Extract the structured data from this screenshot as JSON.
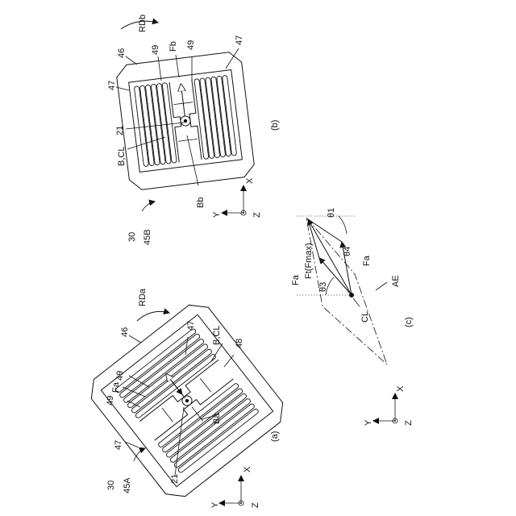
{
  "figure_a": {
    "caption": "(a)",
    "label_30": "30",
    "label_45": "45A",
    "label_46": "46",
    "label_47_left": "47",
    "label_47_right": "47",
    "label_48": "48",
    "label_49_top": "49",
    "label_49_bottom": "49",
    "label_force": "Fa",
    "label_field": "Ba",
    "label_center": "B,CL",
    "label_21": "21",
    "label_rotation": "RDa"
  },
  "figure_b": {
    "caption": "(b)",
    "label_30": "30",
    "label_45": "45B",
    "label_46": "46",
    "label_47_left": "47",
    "label_47_right": "47",
    "label_49_left": "49",
    "label_49_right": "49",
    "label_force": "Fb",
    "label_field": "Bb",
    "label_center": "B,CL",
    "label_21": "21",
    "label_rotation": "RDb"
  },
  "figure_c": {
    "caption": "(c)",
    "label_theta1": "θ1",
    "label_theta3": "θ3",
    "label_theta4": "θ4",
    "label_ft": "Ft(Fmax)",
    "label_fa_left": "Fa",
    "label_fa_right": "Fa",
    "label_ae": "AE",
    "label_cl": "CL"
  },
  "axes": {
    "x_label": "X",
    "y_label": "Y",
    "z_label": "Z"
  }
}
